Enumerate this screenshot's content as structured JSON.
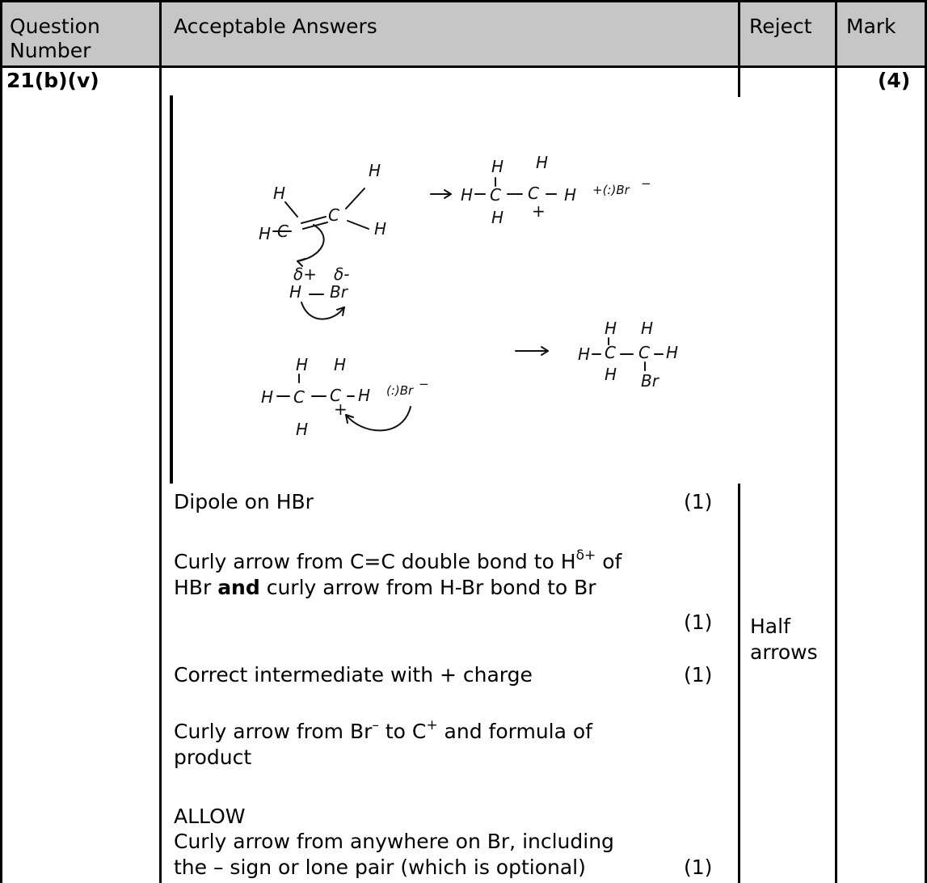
{
  "header": {
    "question_number": "Question Number",
    "acceptable_answers": "Acceptable Answers",
    "reject": "Reject",
    "mark": "Mark"
  },
  "row": {
    "question_id": "21(b)(v)",
    "mark": "(4)"
  },
  "answers": {
    "dipole": "Dipole on HBr",
    "dipole_mark": "(1)",
    "arrow_line1_a": "Curly arrow from C=C double bond to H",
    "arrow_line1_sup": "δ+",
    "arrow_line1_b": " of",
    "arrow_line2_a": "HBr ",
    "arrow_line2_bold": "and",
    "arrow_line2_b": " curly arrow from H-Br bond to Br",
    "arrow_mark": "(1)",
    "intermediate": "Correct intermediate with + charge",
    "intermediate_mark": "(1)",
    "product_line1_a": "Curly arrow from Br",
    "product_line1_sup1": "–",
    "product_line1_b": " to C",
    "product_line1_sup2": "+",
    "product_line1_c": " and formula of",
    "product_line2": "product",
    "allow": "ALLOW",
    "allow_line1": "Curly arrow from anywhere on Br, including",
    "allow_line2": "the – sign or lone pair (which is optional)",
    "allow_mark": "(1)"
  },
  "reject": {
    "line1": "Half",
    "line2": "arrows"
  },
  "drawing": {
    "h": "H",
    "c": "C",
    "br": "Br",
    "plus": "+",
    "delta_plus": "δ+",
    "delta_minus": "δ-",
    "minus": "−",
    "arrow": "→",
    "lone_pair_br": "+(:)Br",
    "lone_pair_br2": "(:)Br"
  }
}
